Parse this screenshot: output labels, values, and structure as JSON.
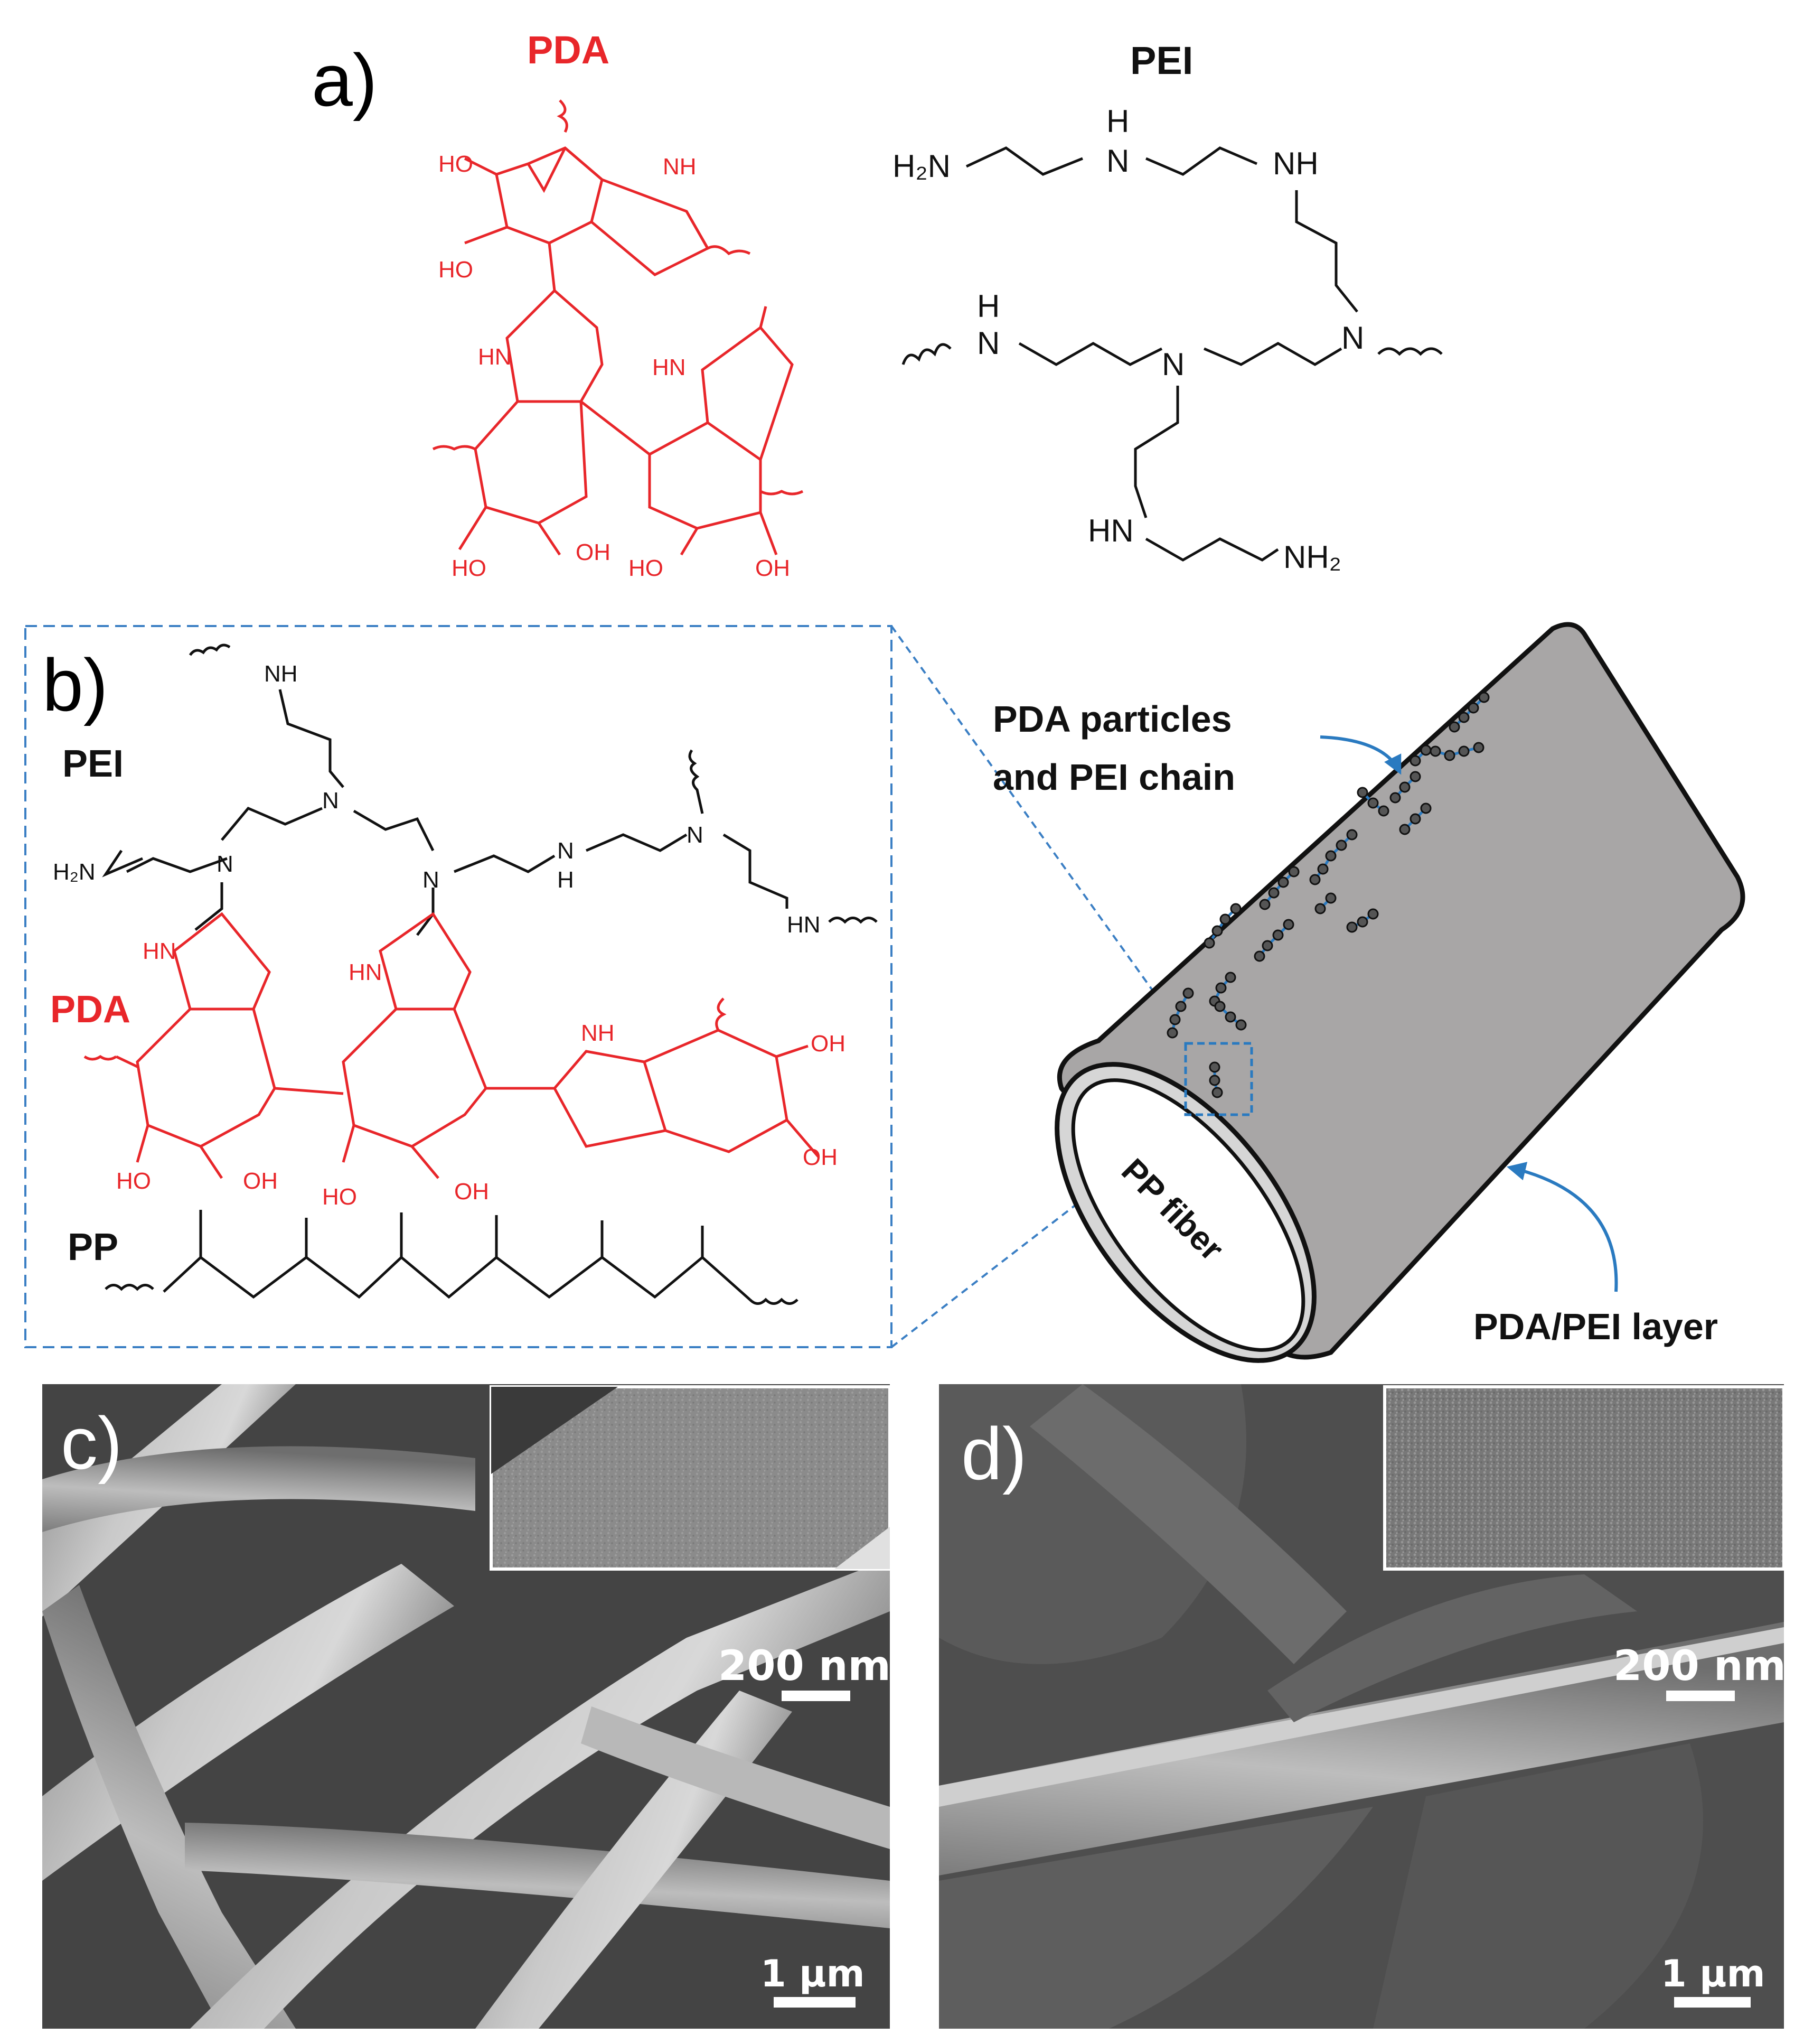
{
  "panel_labels": {
    "a": "a)",
    "b": "b)",
    "c": "c)",
    "d": "d)"
  },
  "structure_a": {
    "pda_title": "PDA",
    "pei_title": "PEI",
    "pda_groups": {
      "oh": "HO",
      "oh_right": "OH",
      "nh": "NH",
      "hn": "HN"
    },
    "pei_groups": {
      "h2n": "H₂N",
      "h": "H",
      "n": "N",
      "nh": "NH",
      "hn": "HN",
      "nh2": "NH₂"
    }
  },
  "structure_b": {
    "pei_label": "PEI",
    "pda_label": "PDA",
    "pp_label": "PP",
    "groups": {
      "nh": "NH",
      "n": "N",
      "h2n": "H₂N",
      "h": "H",
      "hn": "HN",
      "oh": "OH",
      "ho": "HO"
    }
  },
  "fiber": {
    "annotation_top": [
      "PDA particles",
      "and PEI chain"
    ],
    "annotation_bottom": "PDA/PEI layer",
    "fiber_label": "PP fiber"
  },
  "sem_c": {
    "scale_main": "1 μm",
    "scale_inset": "200 nm"
  },
  "sem_d": {
    "scale_main": "1 μm",
    "scale_inset": "200 nm"
  },
  "colors": {
    "pda": "#e8262a",
    "structure": "#111111",
    "accent": "#2a7ac0",
    "dash_box": "#3b7fc4",
    "fiber_fill": "#a8a6a6"
  }
}
